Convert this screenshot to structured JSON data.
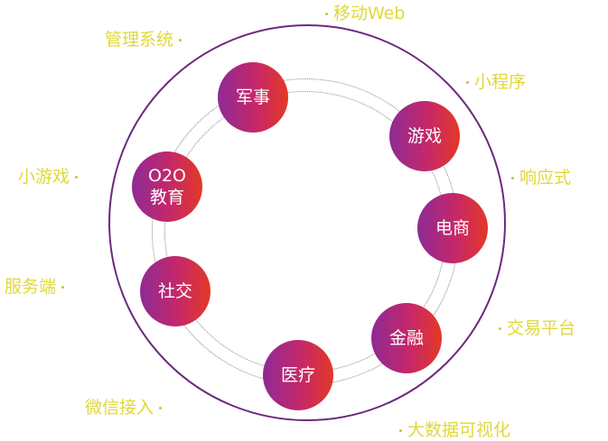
{
  "diagram": {
    "nodes": [
      {
        "label": "军事"
      },
      {
        "label": "游戏"
      },
      {
        "label": "电商"
      },
      {
        "label": "金融"
      },
      {
        "label": "医疗"
      },
      {
        "label": "社交"
      },
      {
        "label": "O2O\n教育"
      }
    ],
    "outer_labels": [
      {
        "text": "移动Web"
      },
      {
        "text": "小程序"
      },
      {
        "text": "响应式"
      },
      {
        "text": "交易平台"
      },
      {
        "text": "大数据可视化"
      },
      {
        "text": "微信接入"
      },
      {
        "text": "服务端"
      },
      {
        "text": "小游戏"
      },
      {
        "text": "管理系统"
      }
    ]
  },
  "colors": {
    "outer_ring": "#6b2a7d",
    "node_gradient_start": "#8e2a95",
    "node_gradient_mid": "#c62868",
    "node_gradient_end": "#e43826",
    "label_text": "#e0d83a",
    "dotted_ring": "#8a7f8f"
  }
}
